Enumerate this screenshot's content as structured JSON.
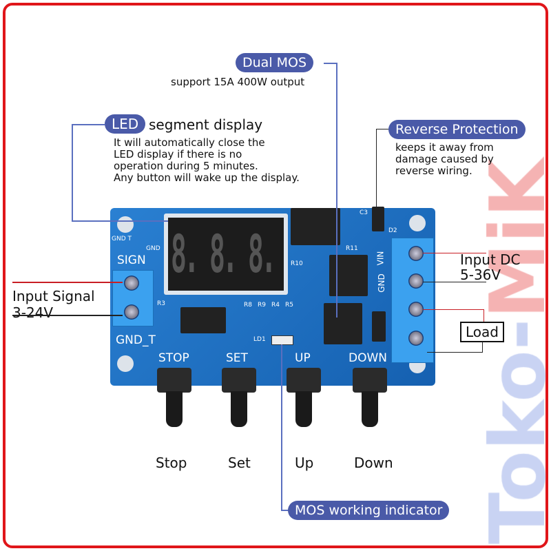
{
  "callouts": {
    "dual_mos": {
      "title": "Dual MOS",
      "desc": "support 15A 400W output"
    },
    "led": {
      "title": "LED",
      "title_rest": "segment display",
      "desc": "It will automatically close the\nLED display if there is no\noperation during 5 minutes.\nAny button will wake up the display."
    },
    "reverse": {
      "title": "Reverse Protection",
      "desc": "keeps it away from\ndamage caused by\nreverse wiring."
    },
    "input_signal": "Input Signal\n3-24V",
    "input_dc": "Input DC\n5-36V",
    "load": "Load",
    "mos_indicator": "MOS working indicator"
  },
  "board": {
    "display_digits": [
      "8.",
      "8.",
      "8."
    ],
    "silkscreen": {
      "gnd_t_top": "GND  T",
      "gnd": "GND",
      "sign": "SIGN",
      "gnd_t": "GND_T",
      "stop": "STOP",
      "set": "SET",
      "up": "UP",
      "down": "DOWN",
      "vin": "VIN",
      "gnd2": "GND",
      "ld1": "LD1",
      "r3": "R3",
      "r8": "R8",
      "r9": "R9",
      "r4": "R4",
      "r5": "R5",
      "r10": "R10",
      "r11": "R11",
      "c3": "C3",
      "d2": "D2"
    }
  },
  "buttons": [
    {
      "label": "Stop"
    },
    {
      "label": "Set"
    },
    {
      "label": "Up"
    },
    {
      "label": "Down"
    }
  ],
  "watermark": "Toko-MiK",
  "colors": {
    "frame": "#e0161a",
    "pill": "#4a5aa8",
    "board": "#1f74c6"
  }
}
